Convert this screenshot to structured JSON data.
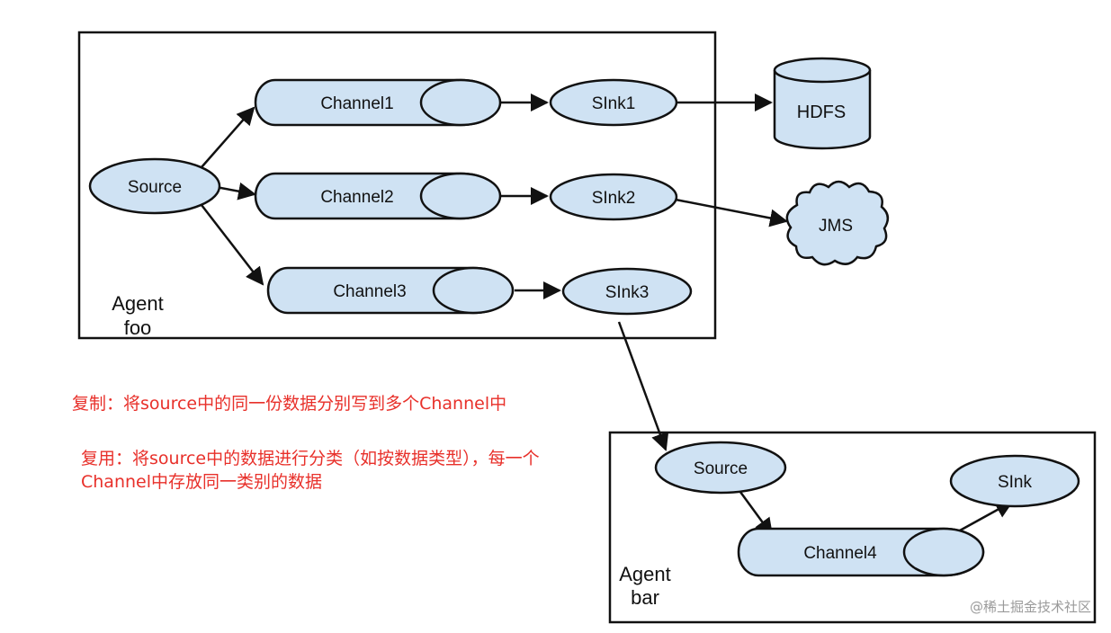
{
  "agents": [
    {
      "id": "foo",
      "line1": "Agent",
      "line2": "foo"
    },
    {
      "id": "bar",
      "line1": "Agent",
      "line2": "bar"
    }
  ],
  "nodes": {
    "source_foo": "Source",
    "channel1": "Channel1",
    "channel2": "Channel2",
    "channel3": "Channel3",
    "sink1": "SInk1",
    "sink2": "SInk2",
    "sink3": "SInk3",
    "hdfs": "HDFS",
    "jms": "JMS",
    "source_bar": "Source",
    "channel4": "Channel4",
    "sink_bar": "SInk"
  },
  "notes": {
    "replicating": "复制：将source中的同一份数据分别写到多个Channel中",
    "multiplexing": "复用：将source中的数据进行分类（如按数据类型），每一个Channel中存放同一类别的数据"
  },
  "watermark": "@稀土掘金技术社区",
  "colors": {
    "node_fill": "#cfe2f3",
    "stroke": "#111111",
    "note_text": "#e8302a"
  }
}
